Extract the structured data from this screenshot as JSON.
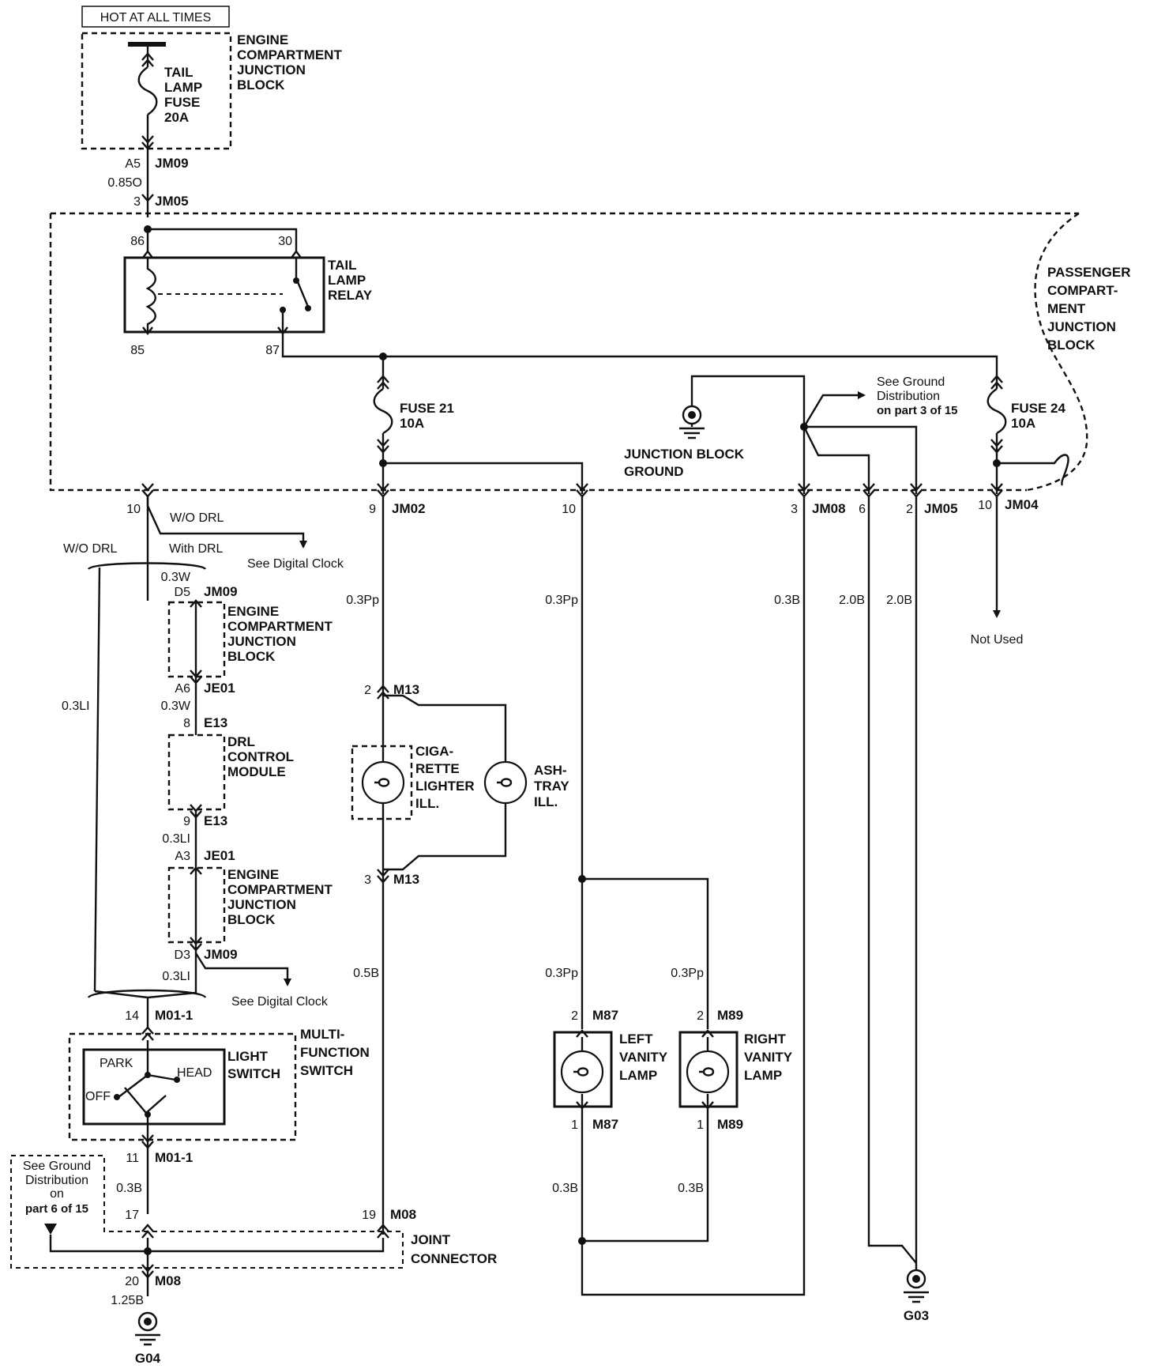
{
  "header": {
    "hot_label": "HOT AT ALL TIMES"
  },
  "blocks": {
    "ecjb_top": [
      "ENGINE",
      "COMPARTMENT",
      "JUNCTION",
      "BLOCK"
    ],
    "tail_fuse": [
      "TAIL",
      "LAMP",
      "FUSE",
      "20A"
    ],
    "relay": [
      "TAIL",
      "LAMP",
      "RELAY"
    ],
    "pcjb": [
      "PASSENGER",
      "COMPART-",
      "MENT",
      "JUNCTION",
      "BLOCK"
    ],
    "fuse21": [
      "FUSE 21",
      "10A"
    ],
    "fuse24": [
      "FUSE 24",
      "10A"
    ],
    "jb_ground": [
      "JUNCTION BLOCK",
      "GROUND"
    ],
    "see_ground_top": [
      "See Ground",
      "Distribution",
      "on part 3 of 15"
    ],
    "ecjb_mid": [
      "ENGINE",
      "COMPARTMENT",
      "JUNCTION",
      "BLOCK"
    ],
    "drl_module": [
      "DRL",
      "CONTROL",
      "MODULE"
    ],
    "ecjb_low": [
      "ENGINE",
      "COMPARTMENT",
      "JUNCTION",
      "BLOCK"
    ],
    "cig": [
      "CIGA-",
      "RETTE",
      "LIGHTER",
      "ILL."
    ],
    "ash": [
      "ASH-",
      "TRAY",
      "ILL."
    ],
    "left_vanity": [
      "LEFT",
      "VANITY",
      "LAMP"
    ],
    "right_vanity": [
      "RIGHT",
      "VANITY",
      "LAMP"
    ],
    "light_switch": [
      "LIGHT",
      "SWITCH"
    ],
    "mfs": [
      "MULTI-",
      "FUNCTION",
      "SWITCH"
    ],
    "switch_pos": {
      "park": "PARK",
      "head": "HEAD",
      "off": "OFF"
    },
    "joint": [
      "JOINT",
      "CONNECTOR"
    ],
    "see_ground_bottom": [
      "See Ground",
      "Distribution",
      "on",
      "part 6 of 15"
    ]
  },
  "notes": {
    "wo_drl_a": "W/O DRL",
    "wo_drl_b": "W/O DRL",
    "with_drl": "With DRL",
    "see_clock_a": "See Digital Clock",
    "see_clock_b": "See Digital Clock",
    "not_used": "Not Used"
  },
  "grounds": {
    "g04": "G04",
    "g03": "G03"
  },
  "pins": {
    "a5": "A5",
    "jm09_top": "JM09",
    "p3": "3",
    "jm05_top": "JM05",
    "p86": "86",
    "p30": "30",
    "p85": "85",
    "p87": "87",
    "p10_left": "10",
    "p9_jm02": "9",
    "jm02": "JM02",
    "p10_mid": "10",
    "p3_jm08": "3",
    "jm08": "JM08",
    "p6": "6",
    "p2_jm05": "2",
    "jm05_right": "JM05",
    "p10_jm04": "10",
    "jm04": "JM04",
    "d5": "D5",
    "jm09_d5": "JM09",
    "a6": "A6",
    "je01_a6": "JE01",
    "p8": "8",
    "e13_8": "E13",
    "p9_e13": "9",
    "e13_9": "E13",
    "a3": "A3",
    "je01_a3": "JE01",
    "d3": "D3",
    "jm09_d3": "JM09",
    "p14": "14",
    "m01_14": "M01-1",
    "p11": "11",
    "m01_11": "M01-1",
    "p17": "17",
    "p19": "19",
    "m08_19": "M08",
    "p20": "20",
    "m08_20": "M08",
    "p2_m13": "2",
    "m13_2": "M13",
    "p3_m13": "3",
    "m13_3": "M13",
    "p2_m87": "2",
    "m87_2": "M87",
    "p1_m87": "1",
    "m87_1": "M87",
    "p2_m89": "2",
    "m89_2": "M89",
    "p1_m89": "1",
    "m89_1": "M89"
  },
  "wires": {
    "w085o": "0.85O",
    "w03w_a": "0.3W",
    "w03w_b": "0.3W",
    "w03li_long": "0.3LI",
    "w03li_a": "0.3LI",
    "w03li_b": "0.3LI",
    "w03pp_a": "0.3Pp",
    "w03pp_b": "0.3Pp",
    "w03b_a": "0.3B",
    "w20b_a": "2.0B",
    "w20b_b": "2.0B",
    "w05b": "0.5B",
    "w03pp_c": "0.3Pp",
    "w03pp_d": "0.3Pp",
    "w03b_b": "0.3B",
    "w03b_c": "0.3B",
    "w03b_d": "0.3B",
    "w125b": "1.25B"
  }
}
